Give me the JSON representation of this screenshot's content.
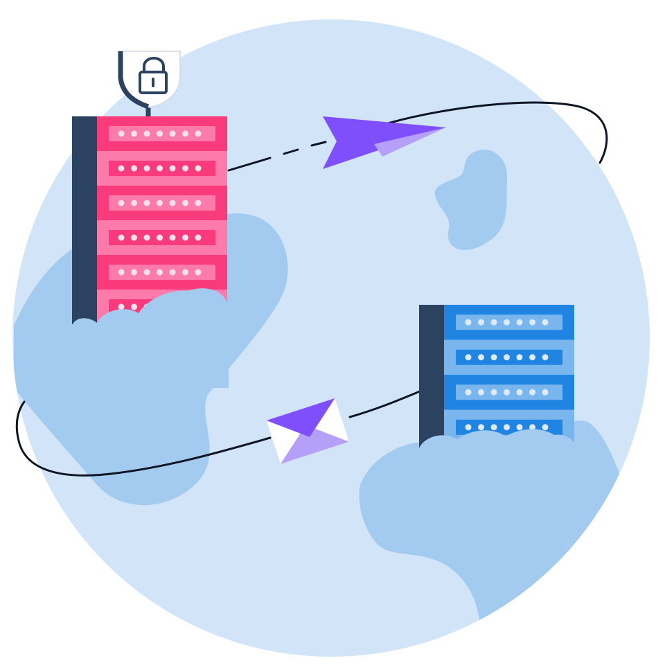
{
  "colors": {
    "background": "#ffffff",
    "globe": "#d1e4f8",
    "land": "#a3cbf0",
    "cloud": "#a3cbf0",
    "server_dark": "#2b4361",
    "server_red_primary": "#f93b7c",
    "server_red_secondary": "#fd7bab",
    "server_blue_primary": "#1f84e2",
    "server_blue_secondary": "#7ab6ee",
    "indicator_light": "#f6e0ea",
    "indicator_blue_light": "#dceafa",
    "orbit_line": "#0d1524",
    "paper_plane": "#7f4ffb",
    "paper_plane_light": "#b59ff9",
    "envelope_body": "#ffffff",
    "envelope_flap": "#7f4ffb",
    "envelope_bottom": "#b59ff9",
    "shield": "#ffffff",
    "shield_outline": "#2b4361"
  },
  "elements": {
    "shield": {
      "icon": "lock-icon"
    },
    "red_server": {
      "units": 6,
      "dots_per_unit": 7
    },
    "blue_server": {
      "units": 4,
      "dots_per_unit": 7
    },
    "paper_plane": {
      "icon": "paper-plane-icon"
    },
    "envelope": {
      "icon": "envelope-icon"
    }
  }
}
